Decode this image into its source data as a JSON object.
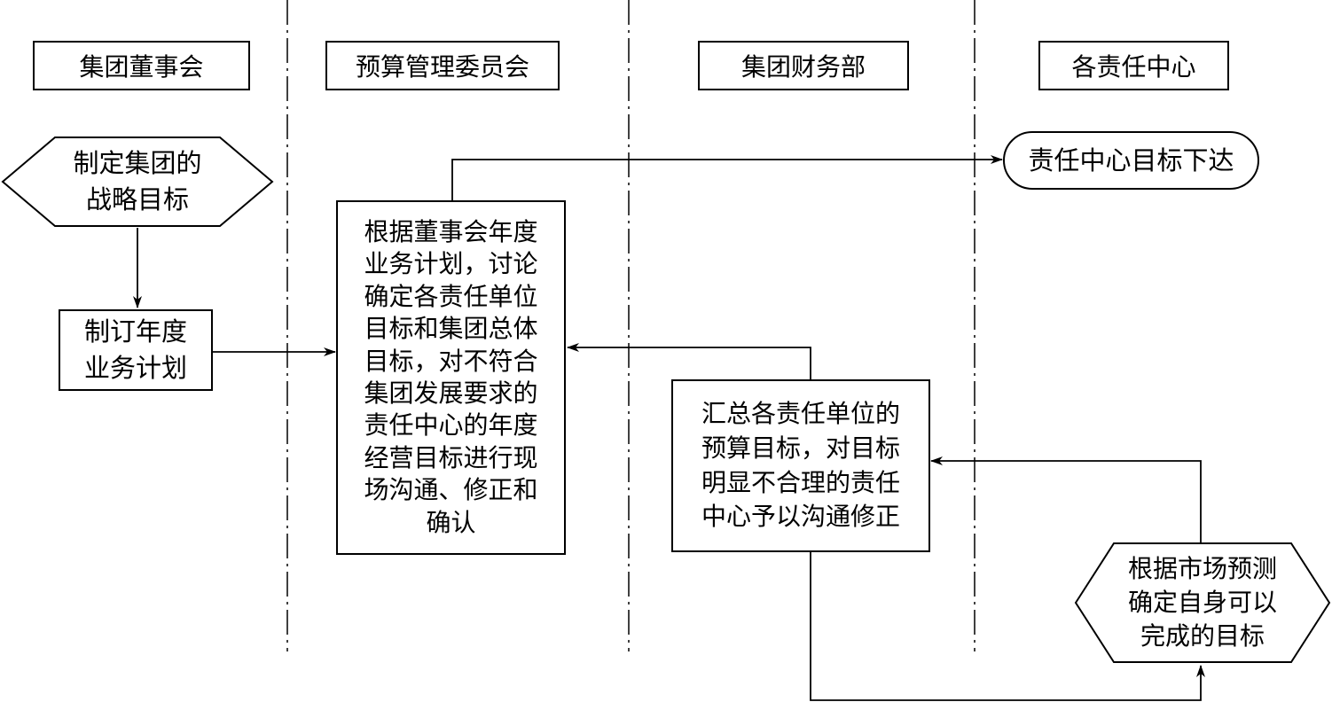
{
  "lanes": [
    {
      "title": "集团董事会"
    },
    {
      "title": "预算管理委员会"
    },
    {
      "title": "集团财务部"
    },
    {
      "title": "各责任中心"
    }
  ],
  "nodes": {
    "strategy": "制定集团的\n战略目标",
    "annual_plan": "制订年度\n业务计划",
    "committee_review": "根据董事会年度\n业务计划，讨论\n确定各责任单位\n目标和集团总体\n目标，对不符合\n集团发展要求的\n责任中心的年度\n经营目标进行现\n场沟通、修正和\n确认",
    "issue_targets": "责任中心目标下达",
    "finance_summary": "汇总各责任单位的\n预算目标，对目标\n明显不合理的责任\n中心予以沟通修正",
    "self_targets": "根据市场预测\n确定自身可以\n完成的目标"
  }
}
